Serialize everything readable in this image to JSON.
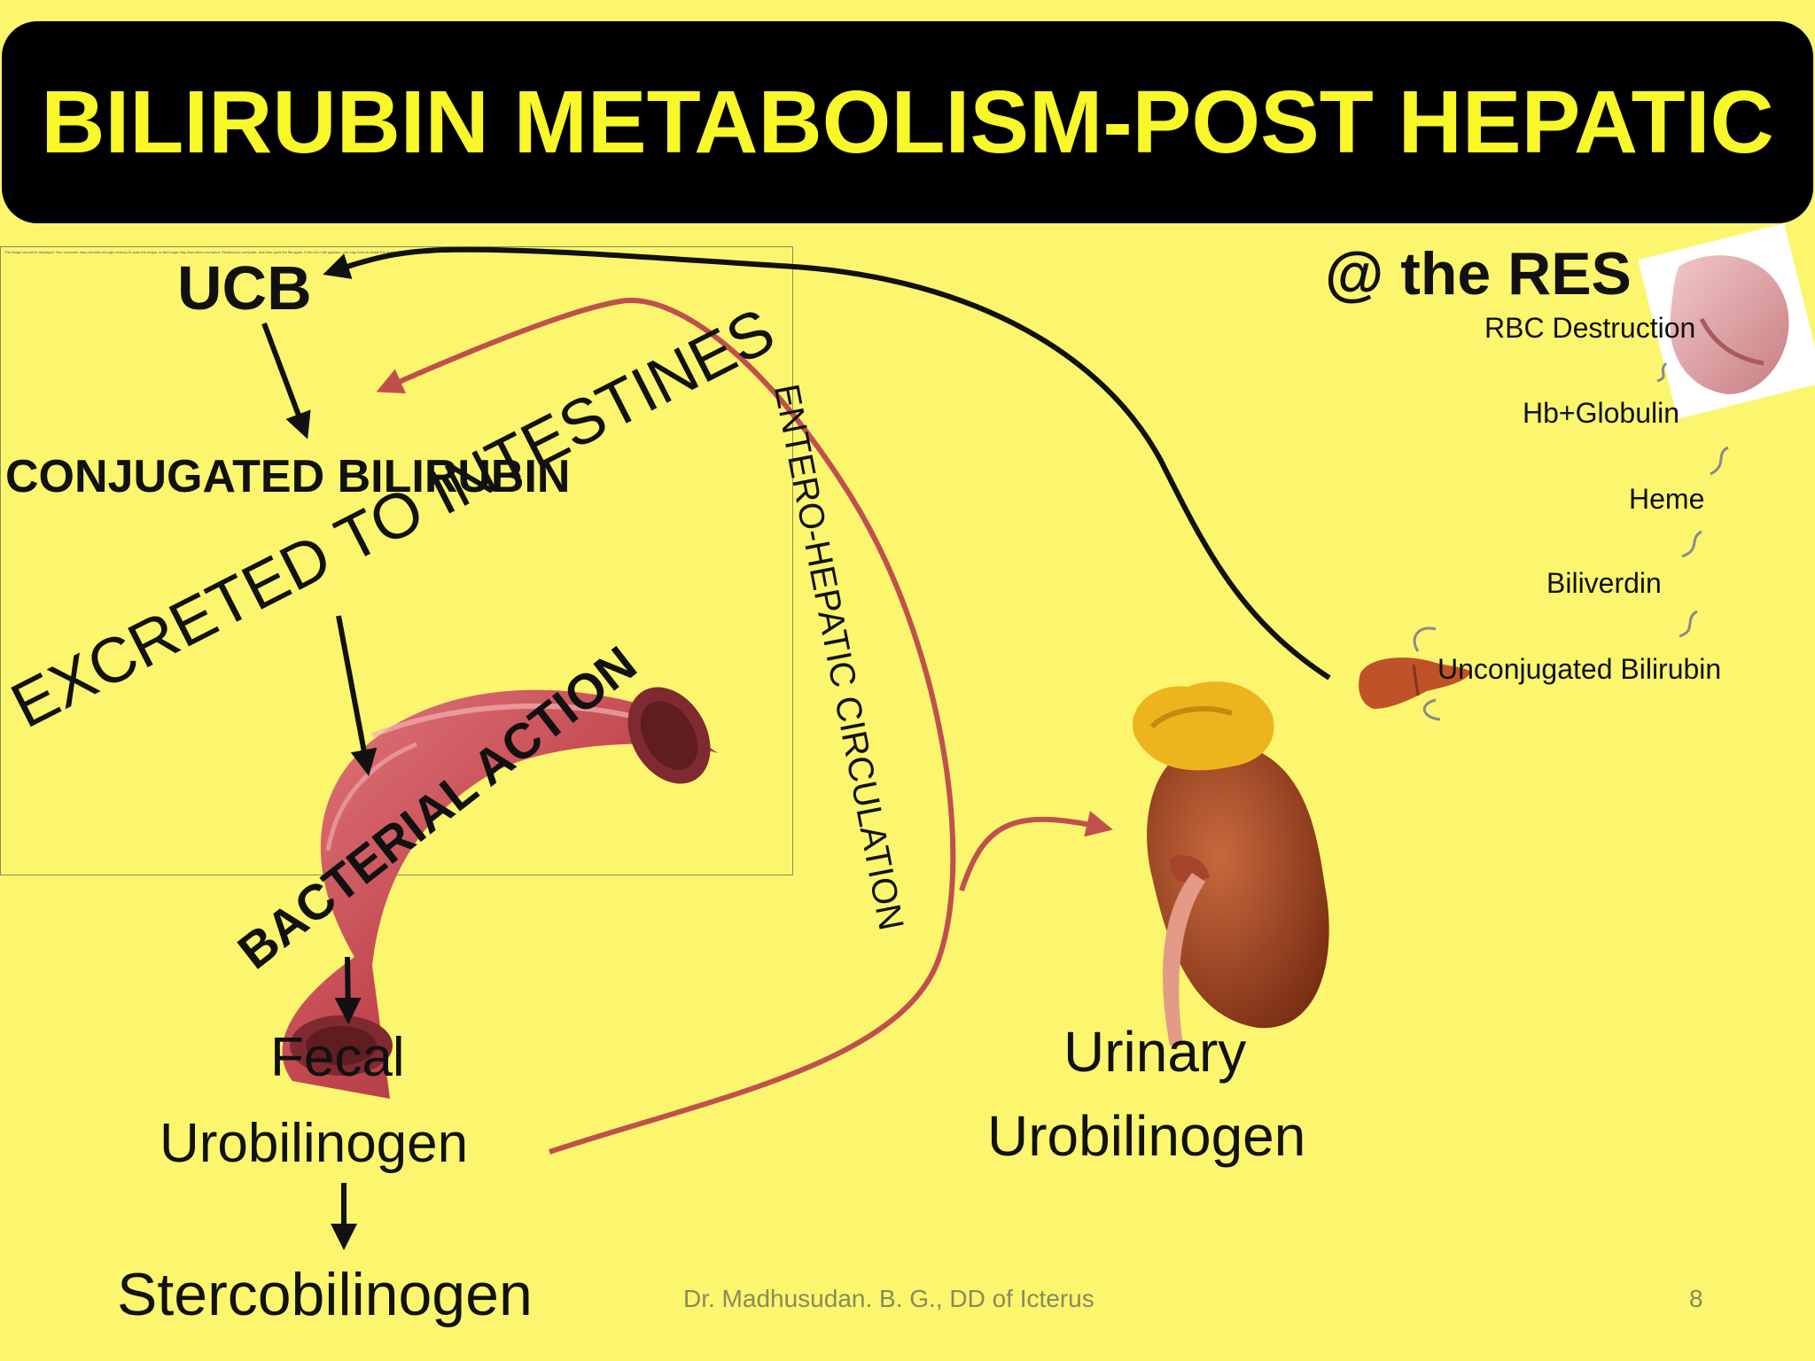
{
  "title": "BILIRUBIN METABOLISM-POST HEPATIC",
  "broken_image_message": "The image cannot be displayed. Your computer may not have enough memory to open the image, or the image may have been corrupted. Restart your computer, and then open the file again. If the red x still appears, you may have to delete the image and then insert it again.",
  "left_flow": {
    "ucb": "UCB",
    "conjugated": "CONJUGATED BILIRUBIN",
    "excreted": "EXCRETED TO INTESTINES",
    "bacterial": "BACTERIAL ACTION",
    "fecal_line1": "Fecal",
    "fecal_line2": "Urobilinogen",
    "stercobilinogen": "Stercobilinogen"
  },
  "entero": "ENTERO-HEPATIC CIRCULATION",
  "urinary": {
    "line1": "Urinary",
    "line2": "Urobilinogen"
  },
  "res": {
    "heading": "@ the RES",
    "steps": [
      "RBC Destruction",
      "Hb+Globulin",
      "Heme",
      "Biliverdin",
      "Unconjugated Bilirubin"
    ]
  },
  "footer": {
    "author": "Dr. Madhusudan. B. G., DD of Icterus",
    "page_number": "8"
  },
  "colors": {
    "background": "#fbf66e",
    "title_bar": "#000000",
    "title_text": "#f7f72a",
    "entero_arrow": "#c0504d"
  }
}
